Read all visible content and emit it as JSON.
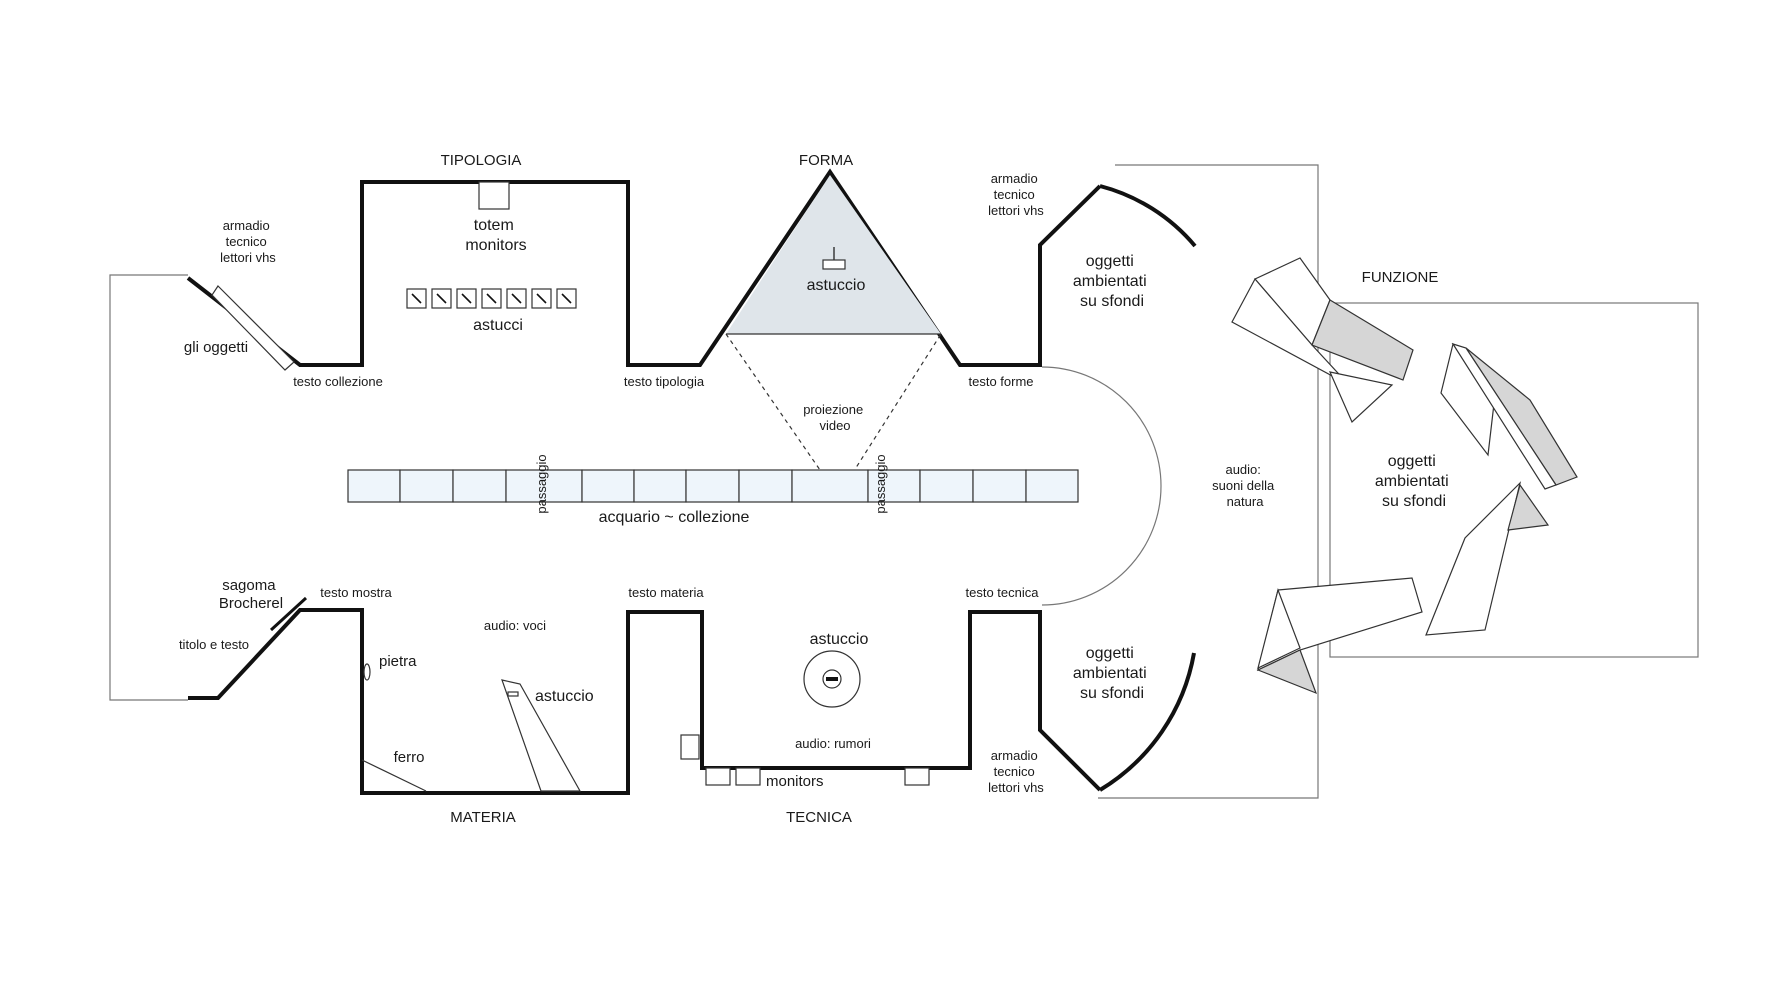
{
  "sections": {
    "tipologia": "TIPOLOGIA",
    "forma": "FORMA",
    "funzione": "FUNZIONE",
    "materia": "MATERIA",
    "tecnica": "TECNICA"
  },
  "labels": {
    "armadio_1": [
      "armadio",
      "tecnico",
      "lettori vhs"
    ],
    "armadio_2": [
      "armadio",
      "tecnico",
      "lettori vhs"
    ],
    "armadio_3": [
      "armadio",
      "tecnico",
      "lettori vhs"
    ],
    "gli_oggetti": "gli oggetti",
    "testo_collezione": "testo collezione",
    "totem_monitors": [
      "totem",
      "monitors"
    ],
    "astucci": "astucci",
    "testo_tipologia": "testo tipologia",
    "astuccio_forma": "astuccio",
    "proiezione_video": [
      "proiezione",
      "video"
    ],
    "testo_forme": "testo forme",
    "oggetti_top": [
      "oggetti",
      "ambientati",
      "su sfondi"
    ],
    "oggetti_right": [
      "oggetti",
      "ambientati",
      "su sfondi"
    ],
    "oggetti_bottom": [
      "oggetti",
      "ambientati",
      "su sfondi"
    ],
    "audio_natura": [
      "audio:",
      "suoni della",
      "natura"
    ],
    "passaggio_1": "passaggio",
    "passaggio_2": "passaggio",
    "acquario": "acquario ~ collezione",
    "sagoma": [
      "sagoma",
      "Brocherel"
    ],
    "testo_mostra": "testo mostra",
    "titolo_testo": "titolo e testo",
    "audio_voci": "audio: voci",
    "pietra": "pietra",
    "astuccio_materia": "astuccio",
    "ferro": "ferro",
    "testo_materia": "testo materia",
    "astuccio_tecnica": "astuccio",
    "audio_rumori": "audio: rumori",
    "monitors": "monitors",
    "testo_tecnica": "testo tecnica"
  }
}
